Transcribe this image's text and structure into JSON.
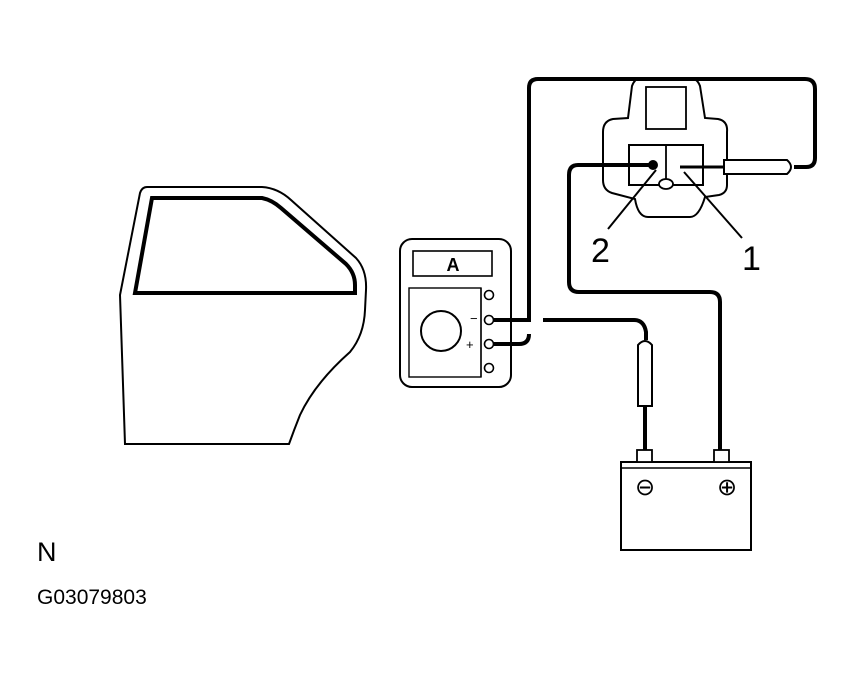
{
  "meter": {
    "display": "A",
    "minus": "−",
    "plus": "+"
  },
  "connector": {
    "terminal_1": "1",
    "terminal_2": "2"
  },
  "battery": {
    "negative": "⊖",
    "positive": "⊕"
  },
  "footer": {
    "view_code": "N",
    "figure_id": "G03079803"
  }
}
